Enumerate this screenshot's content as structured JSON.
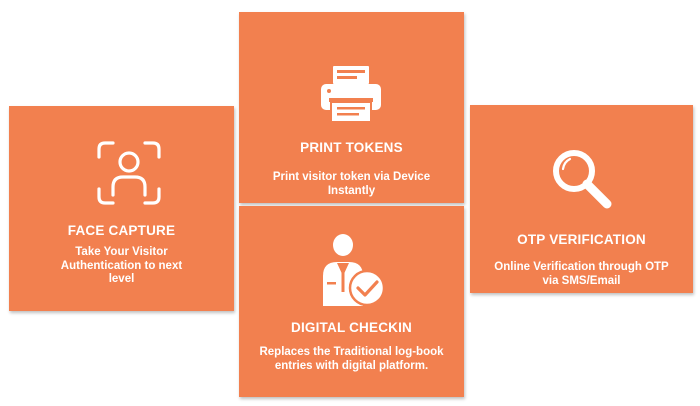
{
  "theme": {
    "card_color": "#f2804f",
    "text_color": "#ffffff"
  },
  "cards": {
    "face_capture": {
      "icon": "face-scan-icon",
      "title": "FACE CAPTURE",
      "description": "Take Your Visitor Authentication to next level"
    },
    "print_tokens": {
      "icon": "printer-icon",
      "title": "PRINT TOKENS",
      "description": "Print visitor token via Device Instantly"
    },
    "digital_checkin": {
      "icon": "verified-user-icon",
      "title": "DIGITAL CHECKIN",
      "description": "Replaces the Traditional log-book entries with digital platform."
    },
    "otp_verification": {
      "icon": "magnifier-icon",
      "title": "OTP VERIFICATION",
      "description": "Online Verification through OTP via SMS/Email"
    }
  }
}
